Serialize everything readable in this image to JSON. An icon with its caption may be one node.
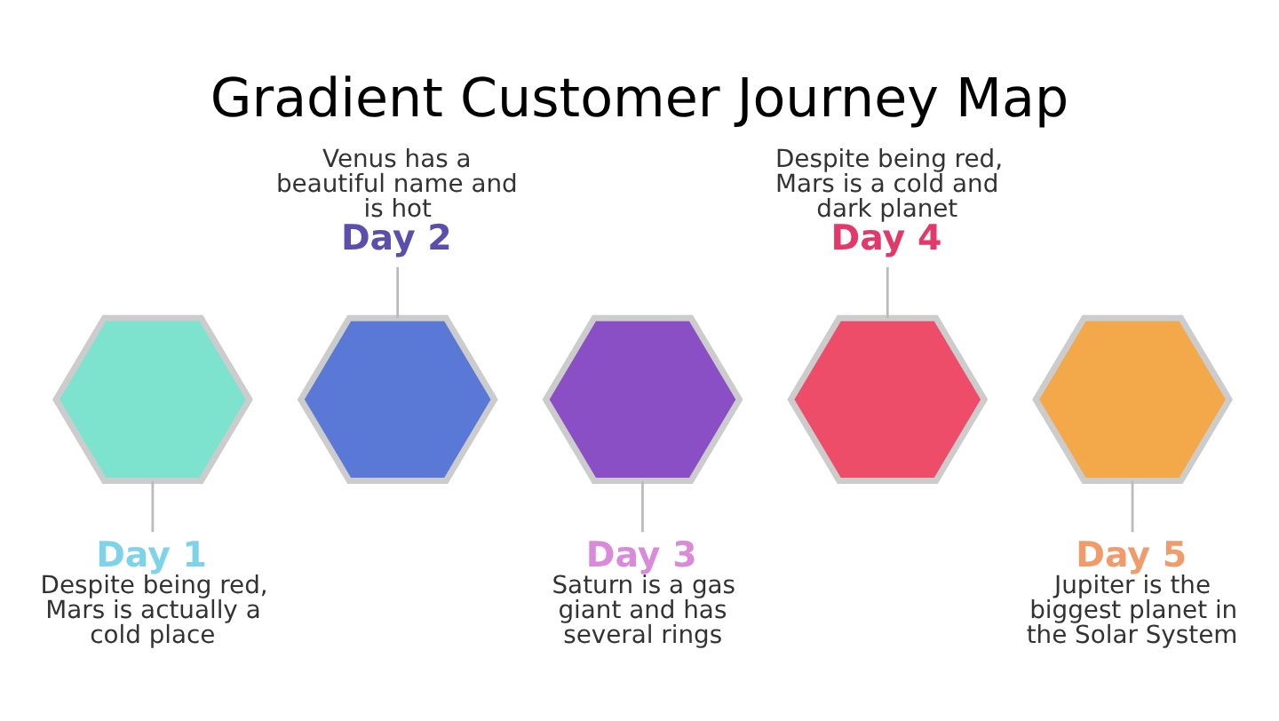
{
  "diagram": {
    "title": "Gradient Customer Journey Map",
    "nodes": [
      {
        "text": [],
        "shape": "hexagon"
      },
      {
        "text": [],
        "shape": "hexagon"
      },
      {
        "text": [],
        "shape": "hexagon"
      },
      {
        "text": [],
        "shape": "hexagon"
      },
      {
        "text": [],
        "shape": "hexagon"
      },
      {
        "text": [
          "Day 1",
          "Despite being red, Mars is actually a cold place"
        ]
      },
      {
        "text": [
          "Venus has a beautiful name and is hot",
          "Day 2"
        ]
      },
      {
        "text": [
          "Day 3",
          "Saturn is a gas giant and has several rings"
        ]
      },
      {
        "text": [
          "Despite being red, Mars is a cold and dark planet",
          "Day 4"
        ]
      },
      {
        "text": [
          "Day 5",
          "Jupiter is the biggest planet in the Solar System"
        ]
      }
    ],
    "edges": [
      {
        "from": 0,
        "to": 5,
        "arrow": "none"
      },
      {
        "from": 1,
        "to": 6,
        "arrow": "none"
      },
      {
        "from": 2,
        "to": 7,
        "arrow": "none"
      },
      {
        "from": 3,
        "to": 8,
        "arrow": "none"
      },
      {
        "from": 4,
        "to": 9,
        "arrow": "none"
      }
    ]
  }
}
